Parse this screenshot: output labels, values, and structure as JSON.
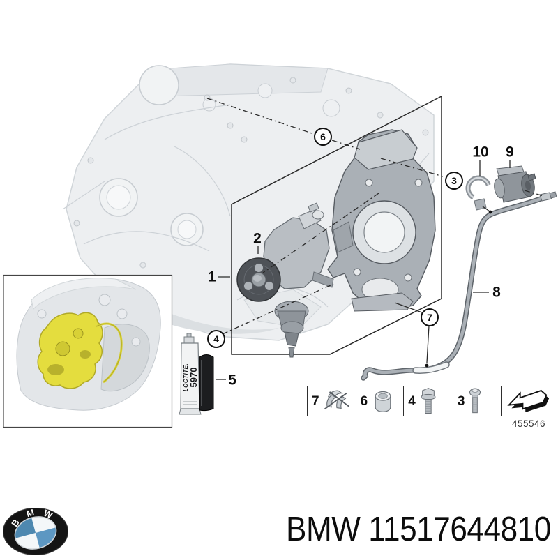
{
  "diagram": {
    "callouts_circled": [
      {
        "id": "6",
        "label": "6"
      },
      {
        "id": "3",
        "label": "3"
      },
      {
        "id": "4",
        "label": "4"
      },
      {
        "id": "7",
        "label": "7"
      }
    ],
    "callouts_plain": [
      {
        "id": "1",
        "label": "1"
      },
      {
        "id": "2",
        "label": "2"
      },
      {
        "id": "5",
        "label": "5"
      },
      {
        "id": "8",
        "label": "8"
      },
      {
        "id": "9",
        "label": "9"
      },
      {
        "id": "10",
        "label": "10"
      }
    ],
    "consumable": {
      "brand": "LOCTITE.",
      "product": "5970"
    },
    "legend": {
      "items": [
        {
          "number": "7",
          "icon": "hose-clamp-icon"
        },
        {
          "number": "6",
          "icon": "sleeve-icon"
        },
        {
          "number": "4",
          "icon": "flange-bolt-icon"
        },
        {
          "number": "3",
          "icon": "screw-icon"
        }
      ],
      "arrow_icon": "continue-arrow-icon"
    },
    "sheet_number": "455546"
  },
  "footer": {
    "logo": {
      "letters": [
        "B",
        "M",
        "W"
      ]
    },
    "part_number": "BMW 11517644810"
  },
  "colors": {
    "highlight_yellow": "#e4dd3e",
    "line_dark": "#2a2a2a",
    "ghost_gray": "#dfe3e6",
    "part_gray": "#9aa0a7",
    "bmw_blue": "#5590ba"
  }
}
